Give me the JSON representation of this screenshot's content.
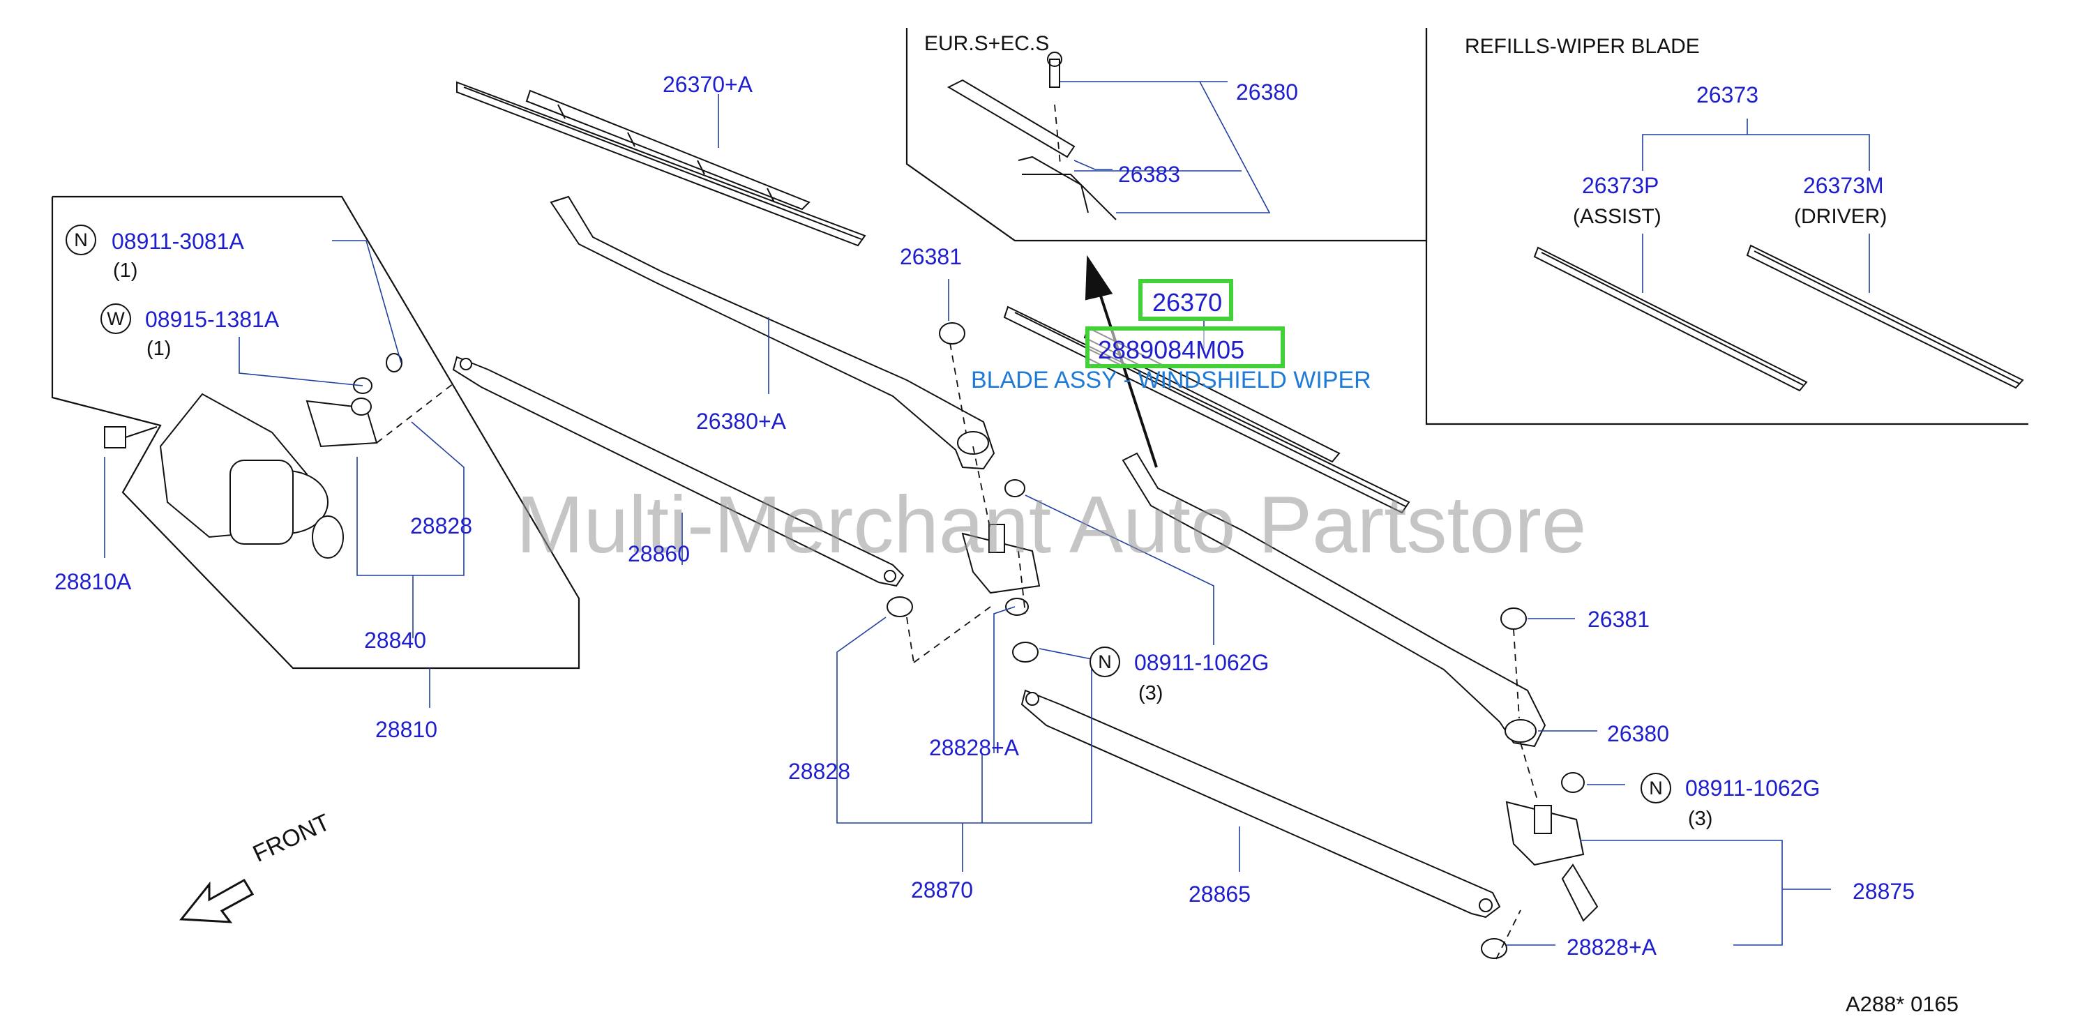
{
  "diagram": {
    "watermark": "Multi-Merchant Auto Partstore",
    "front_label": "FRONT",
    "figure_code": "A288*  0165",
    "inset_eur": {
      "title": "EUR.S+EC.S",
      "part_a": "26380",
      "part_b": "26383"
    },
    "inset_refills": {
      "title": "REFILLS-WIPER  BLADE",
      "parent": "26373",
      "left_part": "26373P",
      "left_note": "(ASSIST)",
      "right_part": "26373M",
      "right_note": "(DRIVER)"
    },
    "highlight": {
      "part": "26370",
      "part_number": "2889084M05",
      "description": "BLADE ASSY - WINDSHIELD WIPER"
    },
    "fasteners": [
      {
        "symbol": "N",
        "part": "08911-3081A",
        "qty": "(1)"
      },
      {
        "symbol": "W",
        "part": "08915-1381A",
        "qty": "(1)"
      },
      {
        "symbol": "N",
        "part": "08911-1062G",
        "qty": "(3)"
      },
      {
        "symbol": "N",
        "part": "08911-1062G",
        "qty": "(3)"
      }
    ],
    "parts": {
      "p26370A": "26370+A",
      "p26381_top": "26381",
      "p26380A": "26380+A",
      "p28860": "28860",
      "p28828_motor": "28828",
      "p28810A": "28810A",
      "p28840": "28840",
      "p28810": "28810",
      "p28828_link": "28828",
      "p28828A_link": "28828+A",
      "p28870": "28870",
      "p28865": "28865",
      "p26381_right": "26381",
      "p26380_right": "26380",
      "p28875": "28875",
      "p28828A_right": "28828+A"
    }
  }
}
